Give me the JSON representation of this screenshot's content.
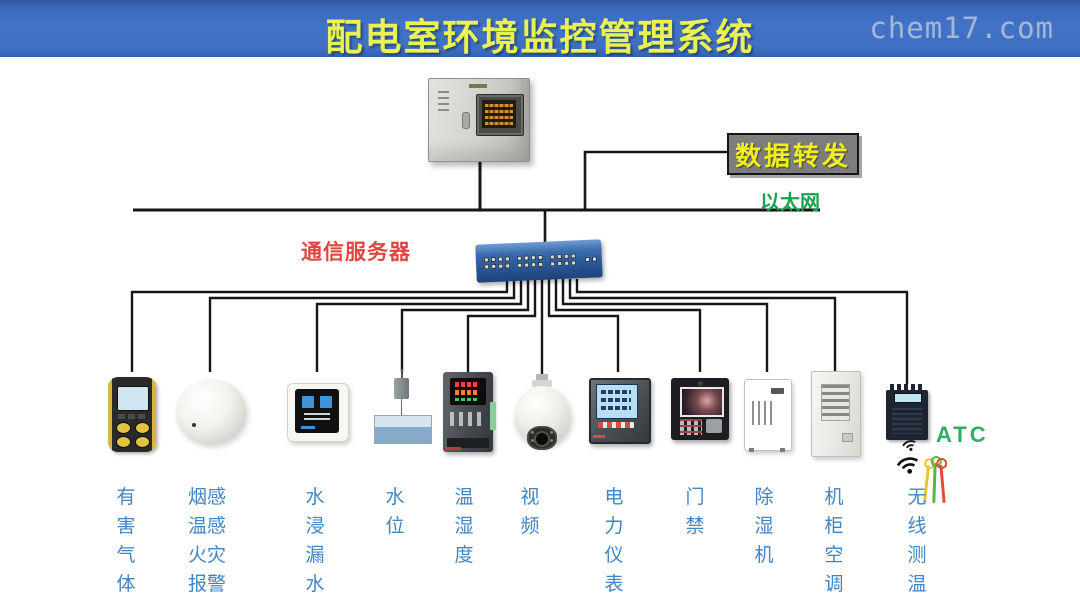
{
  "banner": {
    "title": "配电室环境监控管理系统",
    "watermark": "chem17.com"
  },
  "topology": {
    "data_forward_label": "数据转发",
    "ethernet_label": "以太网",
    "comm_server_label": "通信服务器",
    "atc_label": "ATC"
  },
  "devices": [
    {
      "id": "gas-detector",
      "label": "有害气体"
    },
    {
      "id": "fire-alarm",
      "label": "烟感温感火灾报警"
    },
    {
      "id": "water-leak",
      "label": "水浸漏水"
    },
    {
      "id": "water-level",
      "label": "水位"
    },
    {
      "id": "temp-humidity",
      "label": "温湿度"
    },
    {
      "id": "video-camera",
      "label": "视频"
    },
    {
      "id": "power-meter",
      "label": "电力仪表"
    },
    {
      "id": "door-access",
      "label": "门禁"
    },
    {
      "id": "dehumidifier",
      "label": "除湿机"
    },
    {
      "id": "cabinet-ac",
      "label": "机柜空调"
    },
    {
      "id": "wireless-temp",
      "label": "无线测温"
    }
  ],
  "colors": {
    "banner_bg": "#3e6fc2",
    "banner_title": "#e9f155",
    "device_label_blue": "#4285c4",
    "ethernet_green": "#17a351",
    "comm_server_red": "#e04540",
    "data_forward_yellow": "#f0ef19",
    "data_forward_bg": "#7d7d7d",
    "atc_green": "#2fae66",
    "wire_black": "#161616"
  }
}
